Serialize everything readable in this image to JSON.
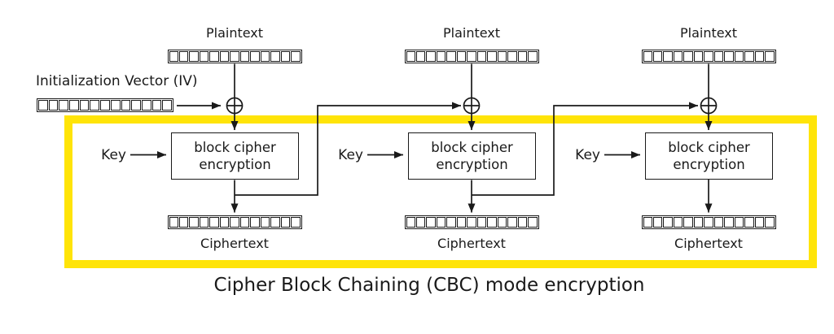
{
  "title": "Cipher Block Chaining (CBC) mode encryption",
  "iv": {
    "label": "Initialization Vector (IV)"
  },
  "bits_per_block": 13,
  "colors": {
    "highlight_yellow": "#FFE408",
    "line_black": "#1A1A1A",
    "background": "#FFFFFF"
  },
  "icons": {
    "xor": "xor-circle-plus",
    "arrow": "arrowhead"
  },
  "columns": [
    {
      "plaintext_label": "Plaintext",
      "key_label": "Key",
      "cipher_box": {
        "line1": "block cipher",
        "line2": "encryption"
      },
      "ciphertext_label": "Ciphertext"
    },
    {
      "plaintext_label": "Plaintext",
      "key_label": "Key",
      "cipher_box": {
        "line1": "block cipher",
        "line2": "encryption"
      },
      "ciphertext_label": "Ciphertext"
    },
    {
      "plaintext_label": "Plaintext",
      "key_label": "Key",
      "cipher_box": {
        "line1": "block cipher",
        "line2": "encryption"
      },
      "ciphertext_label": "Ciphertext"
    }
  ]
}
